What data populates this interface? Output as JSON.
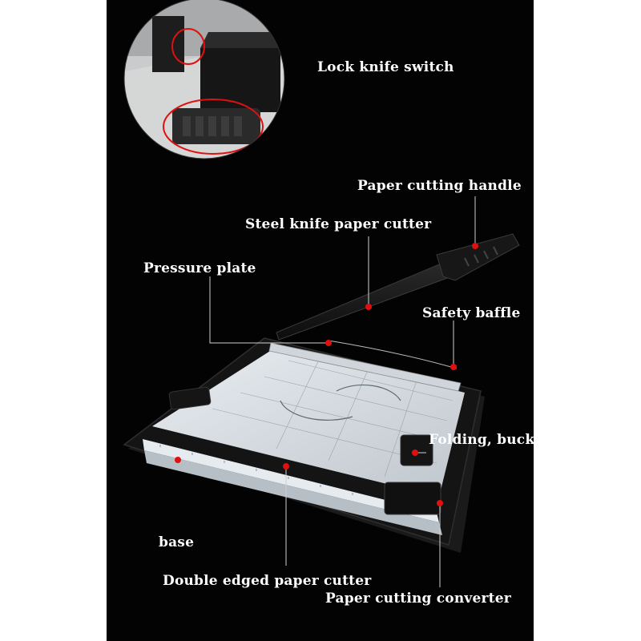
{
  "labels": {
    "lock_knife_switch": "Lock knife switch",
    "paper_cutting_handle": "Paper cutting handle",
    "steel_knife": "Steel knife paper cutter",
    "pressure_plate": "Pressure plate",
    "safety_baffle": "Safety baffle",
    "folding_buckle": "Folding, buckle",
    "base": "base",
    "double_edged": "Double edged paper cutter",
    "converter": "Paper cutting converter"
  },
  "colors": {
    "background": "#030303",
    "label_text": "#ffffff",
    "marker_red": "#e01010",
    "leader_line": "#cfcfcf"
  }
}
